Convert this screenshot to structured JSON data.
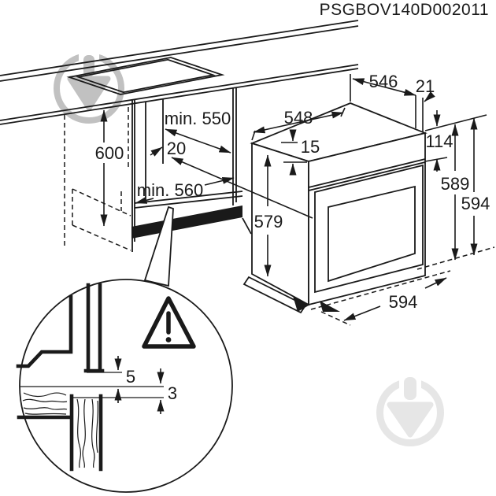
{
  "title": "PSGBOV140D002011",
  "colors": {
    "line": "#1a1a1a",
    "background": "#ffffff",
    "watermark_dark": "#c1c1c1",
    "watermark_light": "#e6e6e6"
  },
  "cabinet": {
    "height_label": "600",
    "niche_depth_label": "min. 550",
    "rear_gap_label": "20",
    "niche_width_label": "min. 560"
  },
  "oven": {
    "top_width_label": "548",
    "top_depth_label": "546",
    "rear_offset_label": "21",
    "top_gap_label": "15",
    "panel_height_label": "114",
    "front_height_label": "579",
    "rear_height_label": "589",
    "total_height_label": "594",
    "bottom_width_label": "594"
  },
  "detail": {
    "upper_gap_label": "5",
    "lower_gap_label": "3",
    "warning_icon": "exclamation-triangle"
  }
}
